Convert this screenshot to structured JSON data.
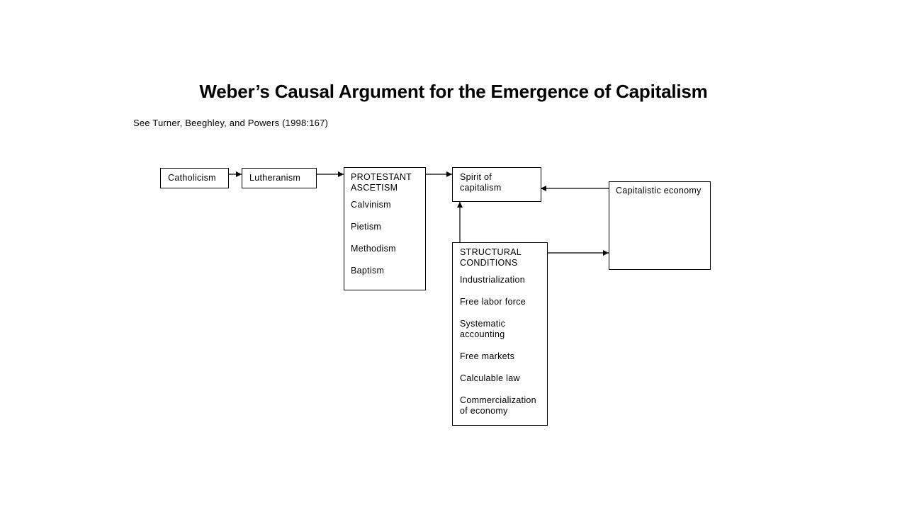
{
  "title": "Weber’s Causal Argument for the Emergence of Capitalism",
  "subtitle": "See Turner, Beeghley, and Powers (1998:167)",
  "boxes": {
    "catholicism": {
      "label": "Catholicism"
    },
    "lutheranism": {
      "label": "Lutheranism"
    },
    "protestant": {
      "heading": "PROTESTANT\nASCETISM",
      "items": [
        "Calvinism",
        "Pietism",
        "Methodism",
        "Baptism"
      ]
    },
    "spirit": {
      "label": "Spirit of\ncapitalism"
    },
    "capitalistic": {
      "label": "Capitalistic economy"
    },
    "structural": {
      "heading": "STRUCTURAL\nCONDITIONS",
      "items": [
        "Industrialization",
        "Free labor force",
        "Systematic\naccounting",
        "Free markets",
        "Calculable law",
        "Commercialization\nof economy"
      ]
    }
  }
}
